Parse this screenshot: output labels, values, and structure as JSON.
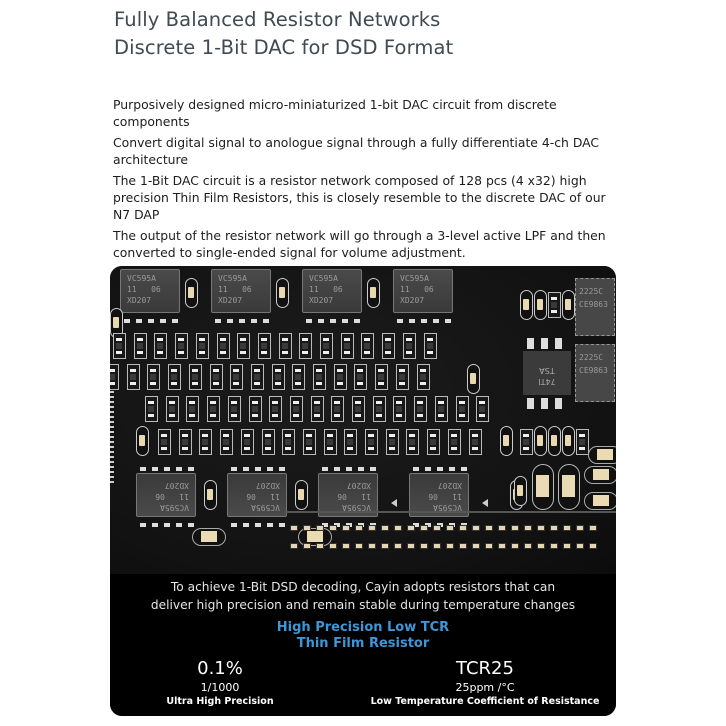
{
  "heading": {
    "line1": "Fully Balanced Resistor Networks",
    "line2": "Discrete 1-Bit DAC for DSD Format"
  },
  "bullets": [
    "Purposively designed micro-miniaturized 1-bit DAC circuit from discrete components",
    "Convert digital signal to anologue signal through a fully differentiate 4-ch DAC architecture",
    "The 1-Bit DAC circuit is a resistor network composed of 128 pcs (4 x32) high precision Thin Film Resistors, this is closely resemble to the discrete DAC of our N7 DAP",
    "The output of the resistor network will go through a 3-level active LPF and then converted to single-ended signal for volume adjustment."
  ],
  "board": {
    "chip_label": [
      "VC595A",
      "11   06",
      "XD207"
    ],
    "sot_label": [
      "74TI",
      "TSA"
    ],
    "side_ic_label": [
      "2225C",
      "CE9863"
    ]
  },
  "caption": {
    "intro_line1": "To achieve 1-Bit DSD decoding, Cayin adopts resistors that can",
    "intro_line2": "deliver high precision and remain stable during temperature changes",
    "highlight_line1": "High Precision Low TCR",
    "highlight_line2": "Thin Film Resistor",
    "stats": [
      {
        "value": "0.1%",
        "sub": "1/1000",
        "label": "Ultra High Precision"
      },
      {
        "value": "TCR25",
        "sub": "25ppm /°C",
        "label": "Low Temperature  Coefficient of Resistance"
      }
    ],
    "highlight_color": "#3f96d6"
  }
}
